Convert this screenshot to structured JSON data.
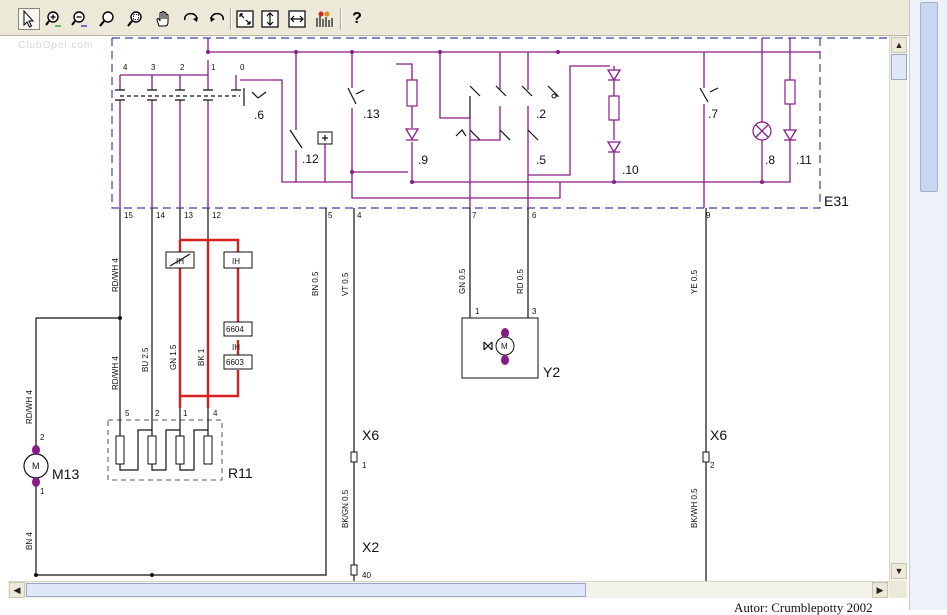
{
  "toolbar": {
    "tools": [
      {
        "name": "select-tool-icon",
        "active": true
      },
      {
        "name": "zoom-in-icon"
      },
      {
        "name": "zoom-out-icon"
      },
      {
        "name": "zoom-icon"
      },
      {
        "name": "zoom-area-icon"
      },
      {
        "name": "pan-hand-icon"
      },
      {
        "name": "rotate-clockwise-icon"
      },
      {
        "name": "rotate-counterclockwise-icon"
      },
      {
        "name": "fit-page-icon"
      },
      {
        "name": "fit-height-icon"
      },
      {
        "name": "fit-width-icon"
      },
      {
        "name": "toggle-view-icon"
      },
      {
        "name": "help-icon",
        "label": "?"
      }
    ]
  },
  "watermark": "ClubOpel.com",
  "footer": "Autor: Crumblepotty 2002",
  "colors": {
    "wire": "#8a1a8a",
    "highlight": "#d42020",
    "frame": "#3f3fa8",
    "black": "#111111"
  },
  "diagram": {
    "components": {
      "e31": "E31",
      "y2": "Y2",
      "m13": "M13",
      "r11": "R11",
      "x6_left": "X6",
      "x6_right": "X6",
      "x2": "X2"
    },
    "switch_labels": {
      "s6": ".6",
      "s12": ".12",
      "s13": ".13",
      "s9": ".9",
      "s2": ".2",
      "s5": ".5",
      "s10": ".10",
      "s7": ".7",
      "s8": ".8",
      "s11": ".11"
    },
    "switch_top_pins": [
      "4",
      "3",
      "2",
      "1",
      "0"
    ],
    "pins": [
      "15",
      "14",
      "13",
      "12",
      "5",
      "4",
      "7",
      "6",
      "9"
    ],
    "wire_labels": {
      "rdwh_top": "RD/WH 4",
      "bn05": "BN 0.5",
      "vt05": "VT 0.5",
      "gn05": "GN 0.5",
      "rd05": "RD 0.5",
      "ye05": "YE 0.5",
      "rdwh_mid": "RD/WH 4",
      "bu25": "BU 2.5",
      "gn15": "GN 1.5",
      "bk1": "BK 1",
      "rdwh_left": "RD/WH 4",
      "bn4": "BN 4",
      "bkgn": "BK/GN 0.5",
      "bkwh": "BK/WH 0.5"
    },
    "module_boxes": {
      "ih1": "IH",
      "ih2": "IH",
      "ih3": "IH",
      "c6604": "6604",
      "c6603": "6603"
    },
    "y2_pins": [
      "1",
      "3"
    ],
    "m13_pins": [
      "2",
      "1"
    ],
    "r11_pins": [
      "5",
      "2",
      "1",
      "4"
    ],
    "x6_pins": [
      "1",
      "2"
    ],
    "x2_pin": "40",
    "motor_label": "M"
  }
}
